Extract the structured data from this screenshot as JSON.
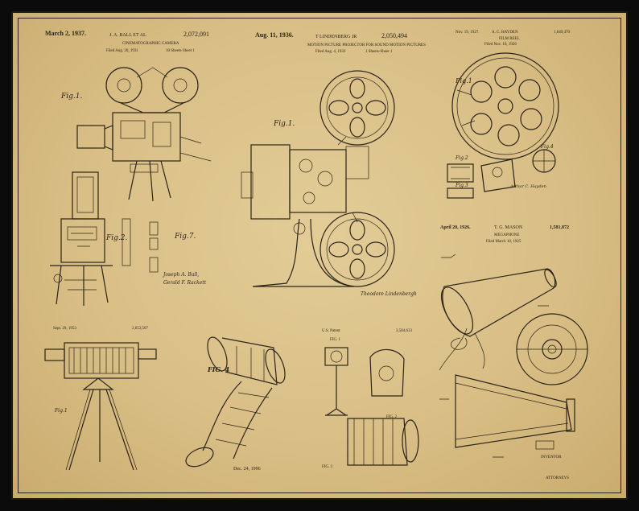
{
  "patents": {
    "camera": {
      "date": "March 2, 1937.",
      "inventor": "J. A. BALL ET AL",
      "number": "2,072,091",
      "title": "CINEMATOGRAPHIC CAMERA",
      "filed": "Filed Aug. 20, 1931",
      "sheets": "10 Sheets-Sheet 1",
      "fig_a": "Fig.1.",
      "fig_b": "Fig.2.",
      "fig_c": "Fig.7.",
      "signature_1": "Joseph A. Ball,",
      "signature_2": "Gerald F. Rackett"
    },
    "projector": {
      "date": "Aug. 11, 1936.",
      "inventor": "T LINDENBERG JR",
      "number": "2,050,494",
      "title": "MOTION PICTURE PROJECTOR FOR SOUND MOTION PICTURES",
      "filed": "Filed Aug. 4, 1933",
      "sheets": "1 Sheets-Sheet 1",
      "fig": "Fig.1.",
      "signature": "Theodore Lindenbergh"
    },
    "reel": {
      "date": "Nov. 19, 1927.",
      "inventor": "A. C. HAYDEN",
      "number": "1,649,470",
      "title": "FILM REEL",
      "filed": "Filed Nov. 10, 1926",
      "fig_1": "Fig.1",
      "fig_2": "Fig.2",
      "fig_3": "Fig.3",
      "fig_4": "Fig.4",
      "signature": "Arthur C. Hayden"
    },
    "megaphone": {
      "date": "April 20, 1926.",
      "inventor": "T. G. MASON",
      "number": "1,581,872",
      "title": "MEGAPHONE",
      "filed": "Filed March 10, 1925",
      "inventor_label": "INVENTOR",
      "attorneys": "ATTORNEYS"
    },
    "tripod": {
      "date": "Sept. 29, 1953",
      "number": "2,653,507",
      "fig": "Fig.1"
    },
    "film": {
      "fig": "FIG. 4",
      "date": "Dec. 24, 1996"
    },
    "lamp": {
      "header": "U.S. Patent",
      "number": "3,584,633",
      "fig_1": "FIG. 1",
      "fig_2": "FIG. 2",
      "fig_3": "FIG. 3"
    }
  }
}
